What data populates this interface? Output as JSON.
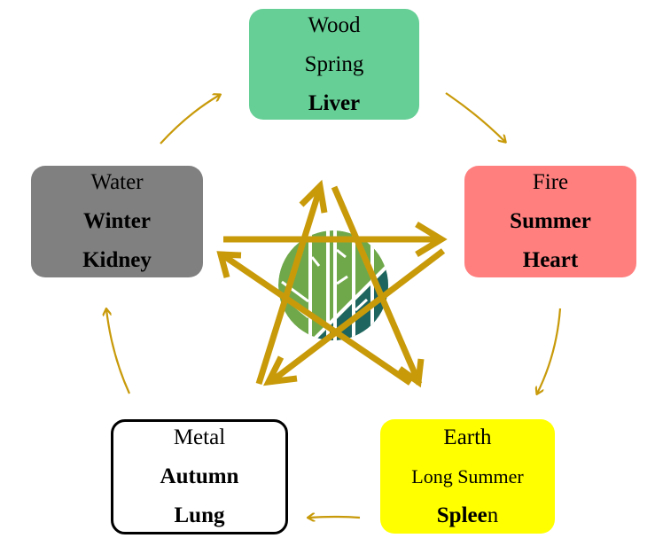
{
  "title": "Five Elements Cycle",
  "colors": {
    "arrow": "#C89A0A",
    "wood": "#66CF96",
    "fire": "#FF7F7F",
    "earth": "#FFFF00",
    "metal": "#FFFFFF",
    "water": "#808080",
    "logo_light": "#6FA84A",
    "logo_dark": "#1E6560"
  },
  "elements": {
    "wood": {
      "element": "Wood",
      "season": "Spring",
      "organ": "Liver"
    },
    "fire": {
      "element": "Fire",
      "season": "Summer",
      "organ": "Heart"
    },
    "earth": {
      "element": "Earth",
      "season": "Long Summer",
      "organ_bold": "Splee",
      "organ_rest": "n"
    },
    "metal": {
      "element": "Metal",
      "season": "Autumn",
      "organ": "Lung"
    },
    "water": {
      "element": "Water",
      "season": "Winter",
      "organ": "Kidney"
    }
  },
  "cycle": [
    "Wood",
    "Fire",
    "Earth",
    "Metal",
    "Water"
  ],
  "logo": "bamboo-circle-logo"
}
